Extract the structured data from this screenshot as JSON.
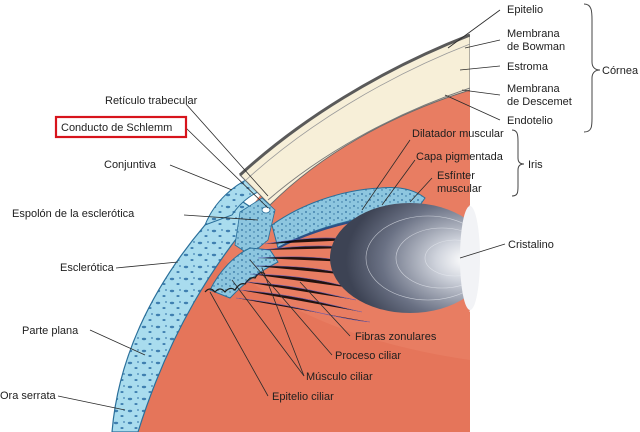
{
  "labels": {
    "epitelio": "Epitelio",
    "membrana_bowman_1": "Membrana",
    "membrana_bowman_2": "de Bowman",
    "estroma": "Estroma",
    "membrana_descemet_1": "Membrana",
    "membrana_descemet_2": "de Descemet",
    "endotelio": "Endotelio",
    "cornea": "Córnea",
    "reticulo_trabecular": "Retículo trabecular",
    "conducto_schlemm": "Conducto de Schlemm",
    "conjuntiva": "Conjuntiva",
    "espolon_esclerotica": "Espolón de la esclerótica",
    "esclerotica": "Esclerótica",
    "parte_plana": "Parte plana",
    "ora_serrata": "Ora serrata",
    "dilatador_muscular": "Dilatador muscular",
    "capa_pigmentada": "Capa pigmentada",
    "esfinter_1": "Esfínter",
    "esfinter_2": "muscular",
    "iris": "Iris",
    "cristalino": "Cristalino",
    "fibras_zonulares": "Fibras zonulares",
    "proceso_ciliar": "Proceso ciliar",
    "musculo_ciliar": "Músculo ciliar",
    "epitelio_ciliar": "Epitelio ciliar"
  },
  "colors": {
    "background_tissue": "#e87d62",
    "cornea": "#f7efd8",
    "sclera": "#a9dcee",
    "sclera_dots": "#3f7fb0",
    "iris_pigment": "#7fbcd8",
    "lens_dark": "#4c5466",
    "lens_light": "#eef0f4",
    "zonules": "#5a57b8",
    "highlight_box": "#d7141c"
  }
}
